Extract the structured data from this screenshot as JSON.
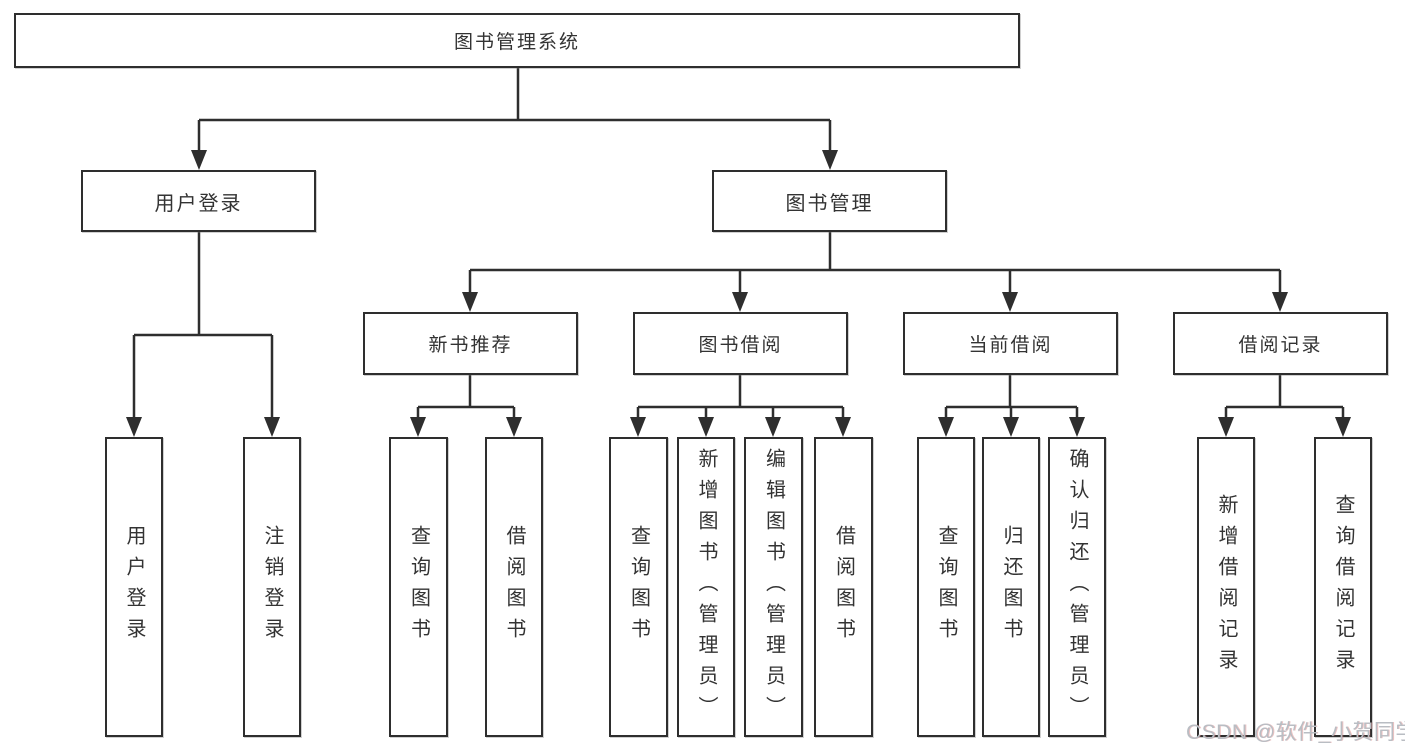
{
  "nodes": {
    "root": "图书管理系统",
    "user_login": "用户登录",
    "book_mgmt": "图书管理",
    "new_book_rec": "新书推荐",
    "book_borrow": "图书借阅",
    "current_borrow": "当前借阅",
    "borrow_records": "借阅记录",
    "leaf_user_login": "用户登录",
    "leaf_logout": "注销登录",
    "leaf_rec_query": "查询图书",
    "leaf_rec_borrow": "借阅图书",
    "leaf_bb_query": "查询图书",
    "leaf_bb_add": "新增图书（管理员）",
    "leaf_bb_edit": "编辑图书（管理员）",
    "leaf_bb_borrow": "借阅图书",
    "leaf_cb_query": "查询图书",
    "leaf_cb_return": "归还图书",
    "leaf_cb_confirm": "确认归还（管理员）",
    "leaf_br_add": "新增借阅记录",
    "leaf_br_query": "查询借阅记录"
  },
  "watermark": {
    "text": "CSDN @软件_小贺同学"
  },
  "colors": {
    "line": "#2e2e2e",
    "box_border": "#2e2e2e",
    "text": "#333333",
    "background": "#ffffff",
    "watermark": "#b9bdc3"
  }
}
